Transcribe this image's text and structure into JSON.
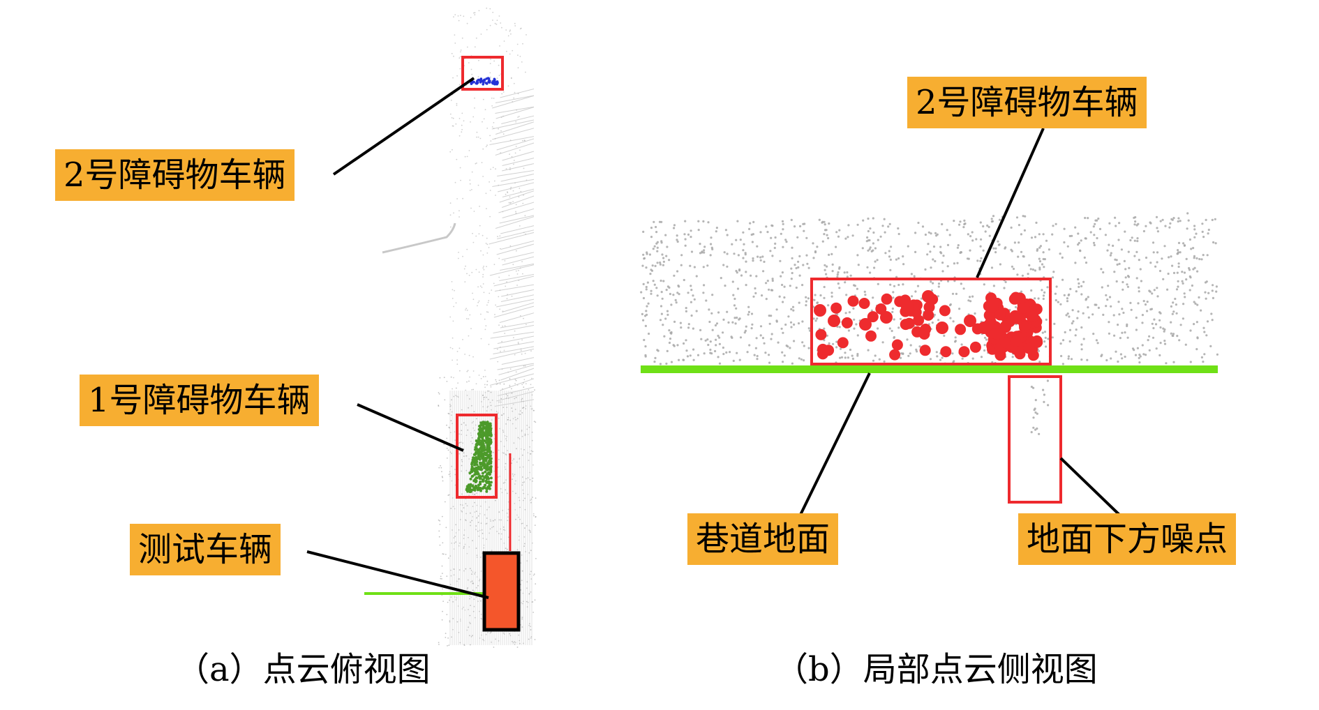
{
  "panels": {
    "a": {
      "caption": "（a）点云俯视图",
      "labels": {
        "obstacle2": "2号障碍物车辆",
        "obstacle1": "1号障碍物车辆",
        "test_vehicle": "测试车辆"
      }
    },
    "b": {
      "caption": "（b）局部点云侧视图",
      "labels": {
        "obstacle2": "2号障碍物车辆",
        "tunnel_ground": "巷道地面",
        "below_ground_noise": "地面下方噪点"
      }
    }
  },
  "colors": {
    "label_bg": "#f7ae31",
    "highlight_box": "#ee2a2e",
    "ground_line": "#6fe016",
    "obstacle1_points": "#4c9a2a",
    "obstacle2_points_top": "#2432d6",
    "obstacle2_points_side": "#ee2b2e",
    "test_vehicle": "#f4562b",
    "point_cloud": "#a8a8a8"
  }
}
